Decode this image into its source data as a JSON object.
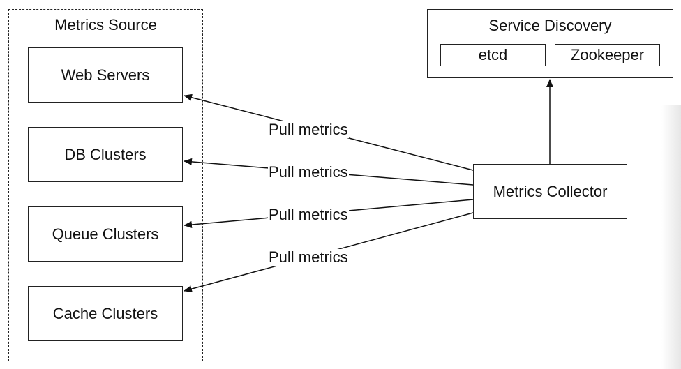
{
  "metrics_source": {
    "title": "Metrics Source",
    "nodes": [
      "Web Servers",
      "DB Clusters",
      "Queue Clusters",
      "Cache Clusters"
    ]
  },
  "service_discovery": {
    "title": "Service Discovery",
    "items": [
      "etcd",
      "Zookeeper"
    ]
  },
  "collector": {
    "label": "Metrics Collector"
  },
  "edges": {
    "pull_labels": [
      "Pull metrics",
      "Pull metrics",
      "Pull metrics",
      "Pull metrics"
    ]
  }
}
